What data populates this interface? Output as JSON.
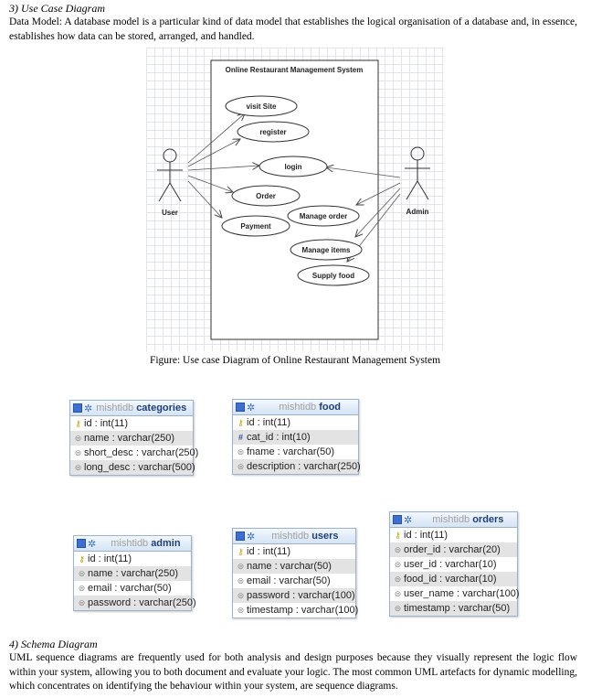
{
  "section3": {
    "heading": "3)   Use Case Diagram",
    "paragraph": "Data Model: A database model is a particular kind of data model that establishes the logical organisation of a database and, in essence, establishes how data can be stored, arranged, and handled."
  },
  "usecase": {
    "system_title": "Online Restaurant Management System",
    "actors": [
      "User",
      "Admin"
    ],
    "cases": [
      "visit Site",
      "register",
      "login",
      "Order",
      "Payment",
      "Manage order",
      "Manage items",
      "Supply food"
    ]
  },
  "figure_caption": "Figure: Use case Diagram of Online Restaurant Management System",
  "tables": [
    {
      "db": "mishtidb",
      "name": "categories",
      "rows": [
        {
          "icon": "key",
          "text": "id : int(11)"
        },
        {
          "icon": "col",
          "text": "name : varchar(250)"
        },
        {
          "icon": "col",
          "text": "short_desc : varchar(250)"
        },
        {
          "icon": "col",
          "text": "long_desc : varchar(500)"
        }
      ]
    },
    {
      "db": "mishtidb",
      "name": "food",
      "rows": [
        {
          "icon": "key",
          "text": "id : int(11)"
        },
        {
          "icon": "idx",
          "text": "cat_id : int(10)"
        },
        {
          "icon": "col",
          "text": "fname : varchar(50)"
        },
        {
          "icon": "col",
          "text": "description : varchar(250)"
        }
      ]
    },
    {
      "db": "mishtidb",
      "name": "orders",
      "rows": [
        {
          "icon": "key",
          "text": "id : int(11)"
        },
        {
          "icon": "col",
          "text": "order_id : varchar(20)"
        },
        {
          "icon": "col",
          "text": "user_id : varchar(10)"
        },
        {
          "icon": "col",
          "text": "food_id : varchar(10)"
        },
        {
          "icon": "col",
          "text": "user_name : varchar(100)"
        },
        {
          "icon": "col",
          "text": "timestamp : varchar(50)"
        }
      ]
    },
    {
      "db": "mishtidb",
      "name": "admin",
      "rows": [
        {
          "icon": "key",
          "text": "id : int(11)"
        },
        {
          "icon": "col",
          "text": "name : varchar(250)"
        },
        {
          "icon": "col",
          "text": "email : varchar(50)"
        },
        {
          "icon": "col",
          "text": "password : varchar(250)"
        }
      ]
    },
    {
      "db": "mishtidb",
      "name": "users",
      "rows": [
        {
          "icon": "key",
          "text": "id : int(11)"
        },
        {
          "icon": "col",
          "text": "name : varchar(50)"
        },
        {
          "icon": "col",
          "text": "email : varchar(50)"
        },
        {
          "icon": "col",
          "text": "password : varchar(100)"
        },
        {
          "icon": "col",
          "text": "timestamp : varchar(100)"
        }
      ]
    }
  ],
  "section4": {
    "heading": "4)   Schema Diagram",
    "paragraph": "UML sequence diagrams are frequently used for both analysis and design purposes because they visually represent the logic flow within your system, allowing you to both document and evaluate your logic. The most common UML artefacts for dynamic modelling, which concentrates on identifying the behaviour within your system, are sequence diagrams."
  }
}
